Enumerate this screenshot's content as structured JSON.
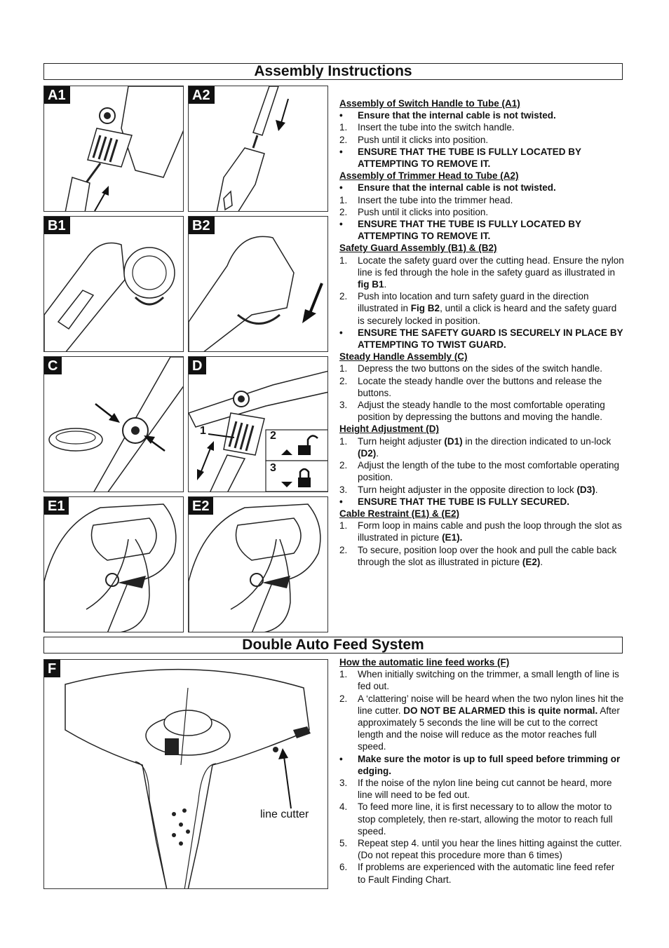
{
  "assembly": {
    "title": "Assembly Instructions",
    "figures": {
      "a1": "A1",
      "a2": "A2",
      "b1": "B1",
      "b2": "B2",
      "c": "C",
      "d": "D",
      "e1": "E1",
      "e2": "E2",
      "d_label_1": "1",
      "d_label_2": "2",
      "d_label_3": "3"
    },
    "s1": {
      "heading": "Assembly of Switch Handle to Tube (A1)",
      "b1": "Ensure that the internal cable is not twisted.",
      "n1": "Insert the tube into the switch handle.",
      "n2": "Push until it clicks into position.",
      "b2": "ENSURE THAT THE TUBE IS FULLY LOCATED BY ATTEMPTING TO REMOVE IT."
    },
    "s2": {
      "heading": "Assembly of Trimmer Head to Tube (A2)",
      "b1": "Ensure that the internal cable is not twisted.",
      "n1": "Insert the tube into the trimmer head.",
      "n2": "Push until it clicks into position.",
      "b2": "ENSURE THAT THE TUBE IS FULLY LOCATED BY ATTEMPTING TO REMOVE IT."
    },
    "s3": {
      "heading": "Safety Guard Assembly (B1) & (B2)",
      "n1a": "Locate the safety guard over the cutting head. Ensure the nylon line is fed through the hole in the safety guard as illustrated in ",
      "n1b": "fig B1",
      "n1c": ".",
      "n2a": "Push into location and turn safety guard in the direction illustrated in ",
      "n2b": "Fig B2",
      "n2c": ", until a click is heard and the safety guard is securely locked in position.",
      "b1": "ENSURE THE SAFETY GUARD IS SECURELY IN PLACE BY ATTEMPTING TO TWIST GUARD."
    },
    "s4": {
      "heading": "Steady Handle Assembly (C)",
      "n1": "Depress the two buttons on the sides of the switch handle.",
      "n2": "Locate the steady handle over the buttons and release the buttons.",
      "n3": "Adjust the steady handle to the most comfortable operating position by depressing the buttons and moving the handle."
    },
    "s5": {
      "heading": "Height Adjustment (D)",
      "n1a": "Turn height adjuster ",
      "n1b": "(D1)",
      "n1c": " in the direction indicated to un-lock ",
      "n1d": "(D2)",
      "n1e": ".",
      "n2": "Adjust the length of the tube to the most comfortable operating position.",
      "n3a": "Turn height adjuster in the opposite direction to lock ",
      "n3b": "(D3)",
      "n3c": ".",
      "b1": "ENSURE THAT THE TUBE IS FULLY SECURED."
    },
    "s6": {
      "heading": "Cable Restraint (E1) & (E2)",
      "n1a": "Form loop in mains cable and push the loop through the slot as illustrated in picture ",
      "n1b": "(E1).",
      "n2a": "To secure, position loop over the hook and pull the cable back through the slot as illustrated in picture ",
      "n2b": "(E2)",
      "n2c": "."
    }
  },
  "feed": {
    "title": "Double Auto Feed System",
    "figure": "F",
    "line_cutter_label": "line cutter",
    "heading": "How the automatic line feed works (F)",
    "n1": "When initially switching on the trimmer, a small length of line is fed out.",
    "n2a": "A ‘clattering’ noise will be heard when the two nylon lines hit the line cutter.  ",
    "n2b": "DO NOT BE ALARMED this is quite normal.",
    "n2c": " After approximately 5 seconds the line will be cut to the correct length and the noise will reduce as the motor reaches full speed.",
    "b1": "Make sure the motor is up to full speed before trimming or edging.",
    "n3": "If the noise of the nylon line being cut cannot be heard, more line will need to be fed out.",
    "n4": "To feed more line, it is first necessary to to allow the motor to stop completely, then re-start, allowing the motor to reach full speed.",
    "n5": "Repeat step 4. until you hear the lines hitting against the cutter.  (Do not repeat this procedure more than 6 times)",
    "n6": "If problems are experienced with the automatic line feed refer to Fault Finding Chart."
  },
  "markers": {
    "bullet": "•",
    "n1": "1.",
    "n2": "2.",
    "n3": "3.",
    "n4": "4.",
    "n5": "5.",
    "n6": "6."
  }
}
